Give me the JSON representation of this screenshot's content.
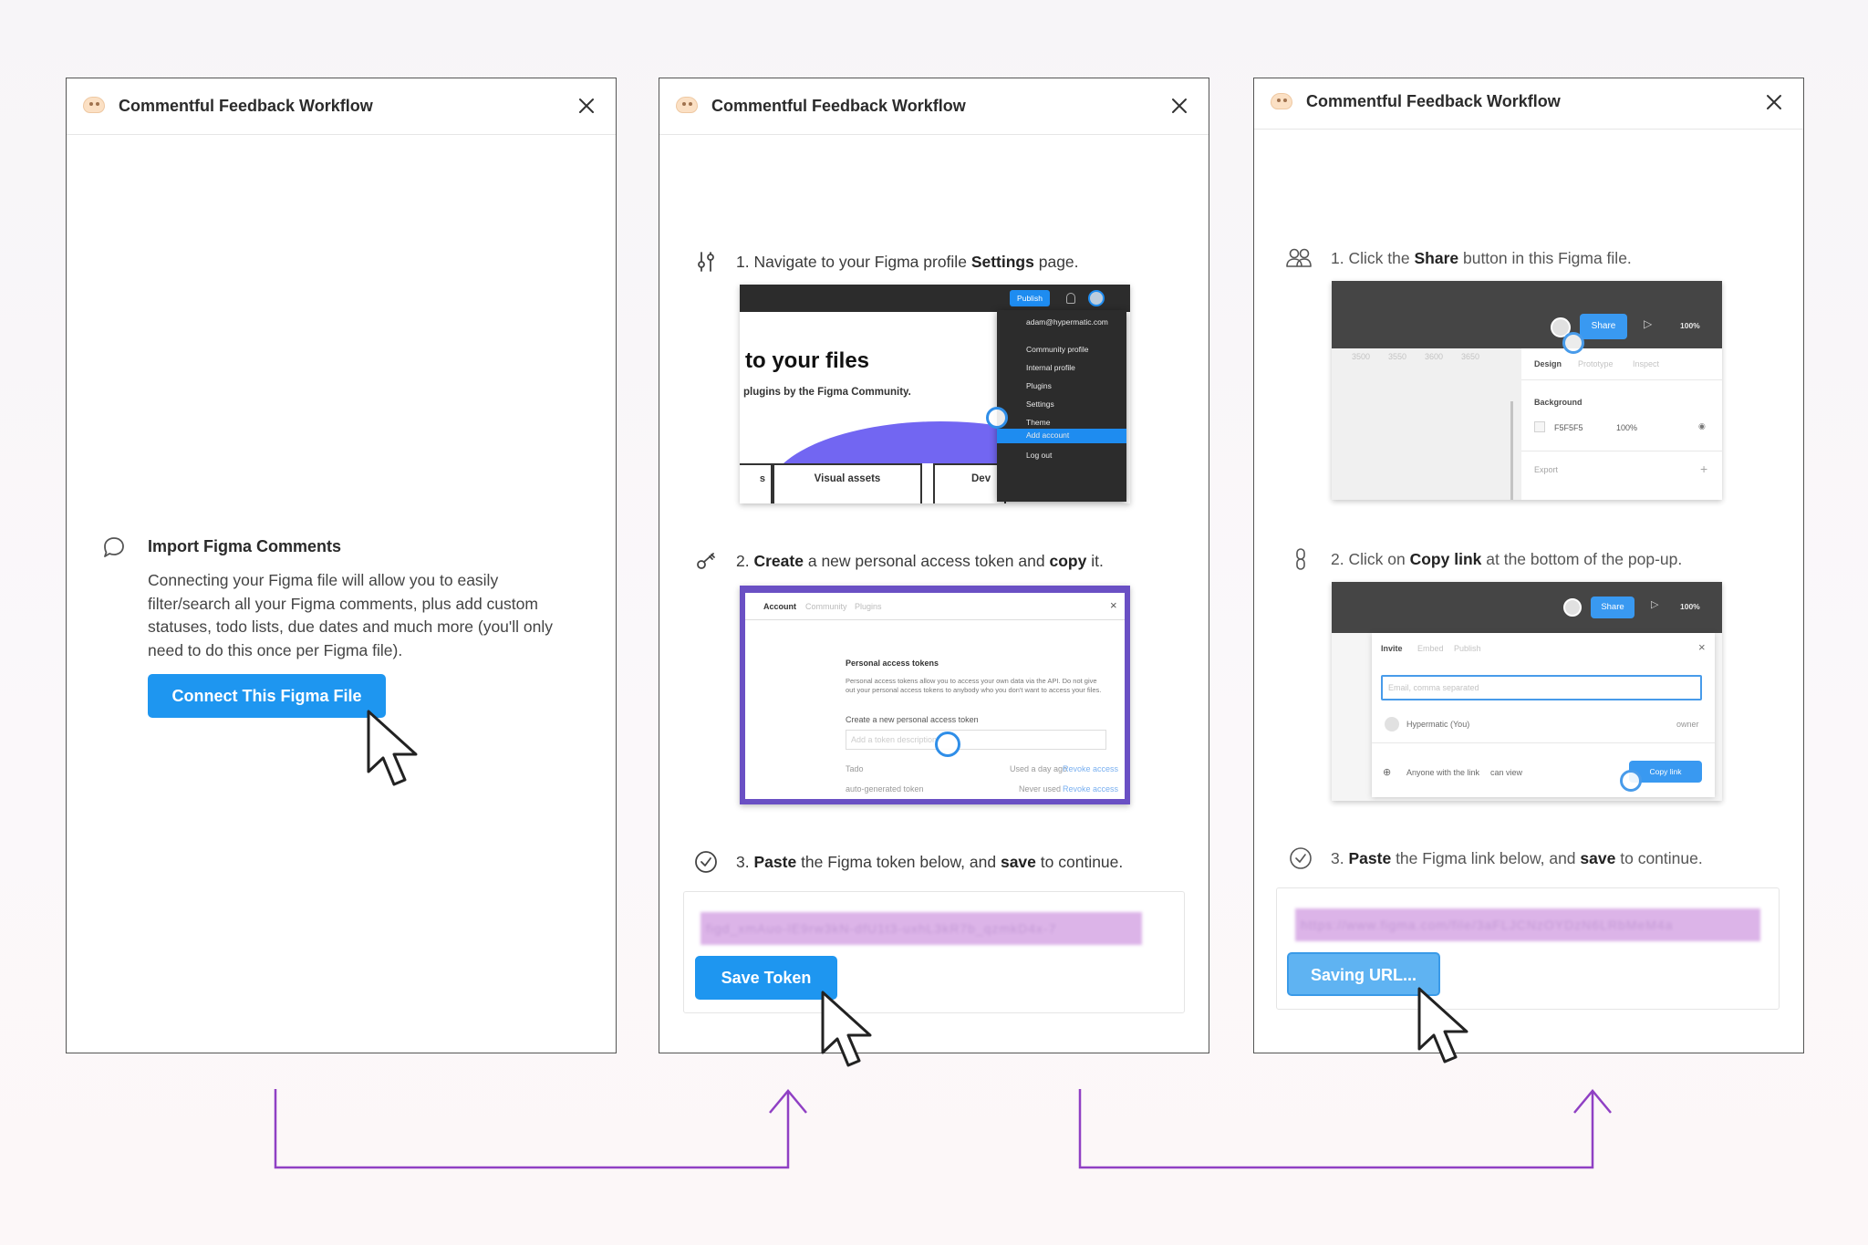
{
  "app_title": "Commentful Feedback Workflow",
  "panel1": {
    "heading": "Import Figma Comments",
    "description": "Connecting your Figma file will allow you to easily filter/search all your Figma comments, plus add custom statuses, todo lists, due dates and much more (you'll only need to do this once per Figma file).",
    "connect_button": "Connect This Figma File"
  },
  "panel2": {
    "step1": {
      "num": "1.",
      "pre": "Navigate to your Figma profile",
      "bold": "Settings",
      "post": "page."
    },
    "step2": {
      "num": "2.",
      "bold1": "Create",
      "mid": "a new personal access token and",
      "bold2": "copy",
      "post": "it."
    },
    "step3": {
      "num": "3.",
      "bold1": "Paste",
      "mid": "the Figma token below, and",
      "bold2": "save",
      "post": "to continue."
    },
    "shot1": {
      "publish": "Publish",
      "headline": "to your files",
      "subline": "plugins by the Figma Community.",
      "tab_visual": "Visual assets",
      "tab_dev": "Dev",
      "menu": [
        "adam@hypermatic.com",
        "Community profile",
        "Internal profile",
        "Plugins",
        "Settings",
        "Theme",
        "Add account",
        "Log out"
      ]
    },
    "shot2": {
      "tabs": [
        "Account",
        "Community",
        "Plugins"
      ],
      "heading": "Personal access tokens",
      "body": "Personal access tokens allow you to access your own data via the API. Do not give out your personal access tokens to anybody who you don't want to access your files.",
      "create": "Create a new personal access token",
      "placeholder": "Add a token description",
      "row1": "Tado",
      "row1_used": "Used a day ago",
      "row1_action": "Revoke access",
      "row2": "auto-generated token",
      "row2_used": "Never used",
      "row2_action": "Revoke access"
    },
    "token_value": "figd_xmAuo-lE9rw3kN-dfU1t3-uxhL3kR7b_qzmkD4x-7",
    "save_button": "Save Token"
  },
  "panel3": {
    "step1": {
      "num": "1.",
      "pre": "Click the",
      "bold": "Share",
      "post": "button in this Figma file."
    },
    "step2": {
      "num": "2.",
      "pre": "Click on",
      "bold": "Copy link",
      "post": "at the bottom of the pop-up."
    },
    "step3": {
      "num": "3.",
      "bold1": "Paste",
      "mid": "the Figma link below, and",
      "bold2": "save",
      "post": "to continue."
    },
    "shot1": {
      "share": "Share",
      "zoom": "100%",
      "ruler": [
        "3500",
        "3550",
        "3600",
        "3650"
      ],
      "tabs": [
        "Design",
        "Prototype",
        "Inspect"
      ],
      "background_label": "Background",
      "color_hex": "F5F5F5",
      "opacity": "100%",
      "export_label": "Export"
    },
    "shot2": {
      "share": "Share",
      "zoom": "100%",
      "tabs": [
        "Invite",
        "Embed",
        "Publish"
      ],
      "email_placeholder": "Email, comma separated",
      "user": "Hypermatic (You)",
      "role": "owner",
      "link_access": "Anyone with the link",
      "link_perm": "can view",
      "copy_link": "Copy link"
    },
    "url_value": "https://www.figma.com/file/3aFLJCNzOYDzN6LRbMeM4a",
    "saving_button": "Saving URL..."
  },
  "colors": {
    "primary_blue": "#1e96f0",
    "saving_blue": "#5fb3f2",
    "arrow_purple": "#9040c4",
    "blur_purple": "#dcb4e8"
  }
}
